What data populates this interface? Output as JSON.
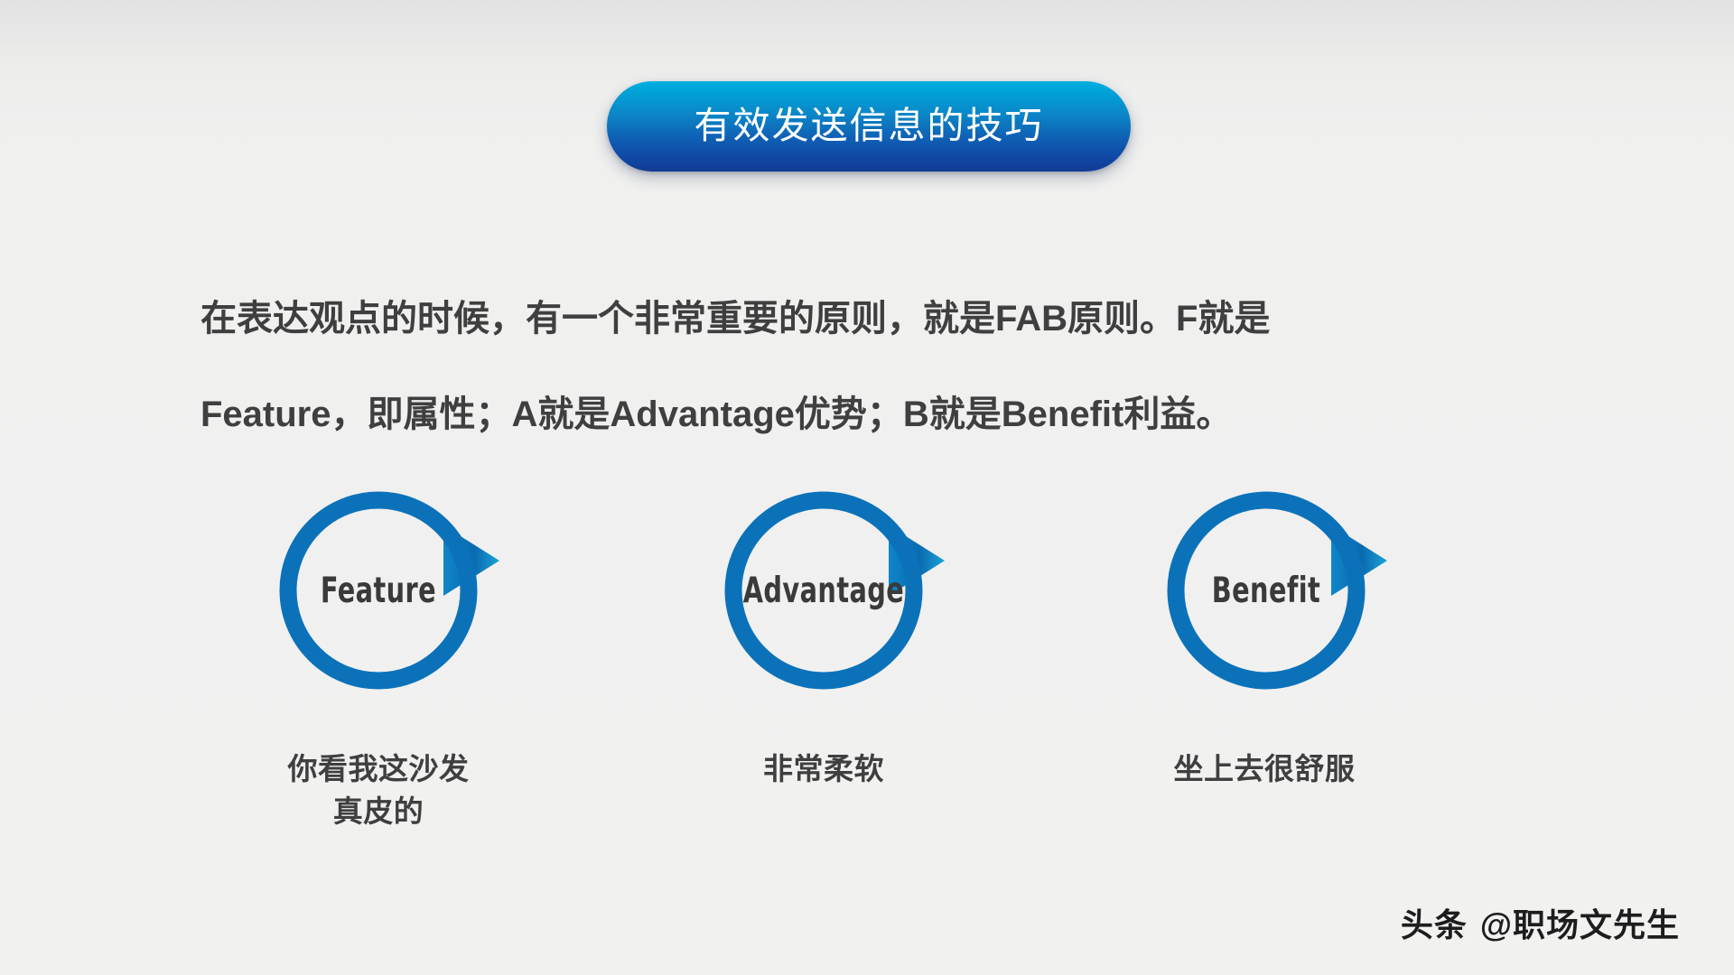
{
  "slide": {
    "background_color": "#f0f0ef",
    "title": {
      "text": "有效发送信息的技巧",
      "gradient_top": "#00aee0",
      "gradient_bottom": "#123b93",
      "text_color": "#ffffff"
    },
    "body": {
      "line1": "在表达观点的时候，有一个非常重要的原则，就是FAB原则。F就是",
      "line2": "Feature，即属性；A就是Advantage优势；B就是Benefit利益。",
      "text_color": "#3f3f3f"
    },
    "diagram": {
      "ring_color": "#0b72ba",
      "arrow_color": "#0b72ba",
      "label_color": "#3a3a3a",
      "nodes": [
        {
          "label": "Feature",
          "caption_line1": "你看我这沙发",
          "caption_line2": "真皮的"
        },
        {
          "label": "Advantage",
          "caption_line1": "非常柔软",
          "caption_line2": ""
        },
        {
          "label": "Benefit",
          "caption_line1": "坐上去很舒服",
          "caption_line2": ""
        }
      ]
    },
    "watermark": {
      "brand": "头条",
      "handle": "@职场文先生",
      "color": "#1d1d1d"
    }
  }
}
